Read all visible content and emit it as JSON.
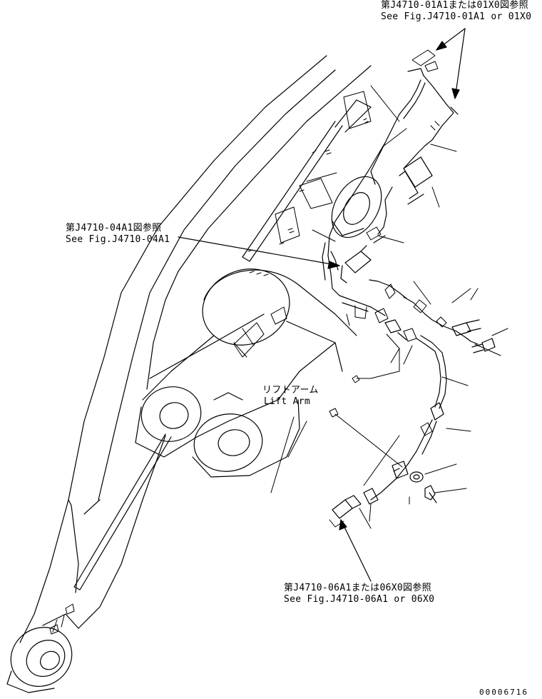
{
  "references": {
    "top": {
      "jp": "第J4710-01A1または01X0図参照",
      "en": "See Fig.J4710-01A1 or 01X0"
    },
    "middle": {
      "jp": "第J4710-04A1図参照",
      "en": "See Fig.J4710-04A1"
    },
    "bottom": {
      "jp": "第J4710-06A1または06X0図参照",
      "en": "See Fig.J4710-06A1 or 06X0"
    }
  },
  "component_label": {
    "jp": "リフトアーム",
    "en": "Lift Arm"
  },
  "drawing_number": "00006716"
}
